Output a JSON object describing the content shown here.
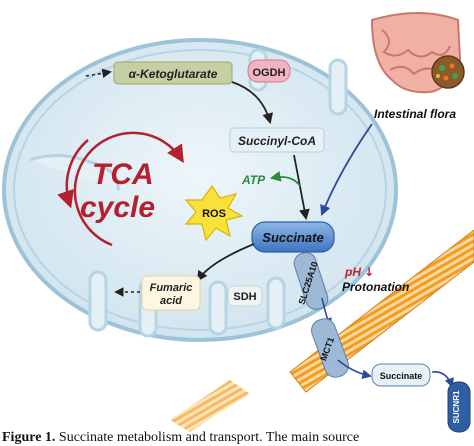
{
  "labels": {
    "alpha_kg": "α-Ketoglutarate",
    "ogdh": "OGDH",
    "succinyl_coa": "Succinyl-CoA",
    "atp": "ATP",
    "ros": "ROS",
    "succinate": "Succinate",
    "fumaric_line1": "Fumaric",
    "fumaric_line2": "acid",
    "sdh": "SDH",
    "slc25a10": "SLC25A10",
    "ph": "pH",
    "protonation": "Protonation",
    "mct1": "MCT1",
    "succinate_ext": "Succinate",
    "sucnr1": "SUCNR1",
    "intestinal_flora": "Intestinal flora",
    "tca_line1": "TCA",
    "tca_line2": "cycle"
  },
  "caption": {
    "prefix": "Figure 1.",
    "text": "Succinate metabolism and transport. The main source"
  },
  "colors": {
    "mito_fill": "#dcebf3",
    "mito_edge": "#9cc3d8",
    "cristae": "#b7d4e4",
    "tca_red": "#b5202f",
    "atp_green": "#2b8a3e",
    "arrow_blue": "#2a4a9a",
    "ros_star": "#f7e13a",
    "succinate_box": "#5b8fd0",
    "membrane": "#f39c1f",
    "akg_box": "#c6cfa4",
    "ogdh_box": "#f2b4c0"
  }
}
